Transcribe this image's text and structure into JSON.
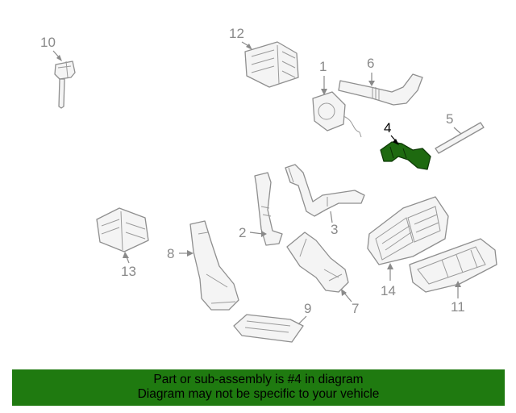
{
  "callouts": {
    "c1": "1",
    "c2": "2",
    "c3": "3",
    "c4": "4",
    "c5": "5",
    "c6": "6",
    "c7": "7",
    "c8": "8",
    "c9": "9",
    "c10": "10",
    "c11": "11",
    "c12": "12",
    "c13": "13",
    "c14": "14"
  },
  "highlight": {
    "part": "4",
    "color": "#1e6a10"
  },
  "banner": {
    "line1": "Part or sub-assembly is #4 in diagram",
    "line2": "Diagram may not be specific to your vehicle",
    "background": "#1f7a10"
  }
}
